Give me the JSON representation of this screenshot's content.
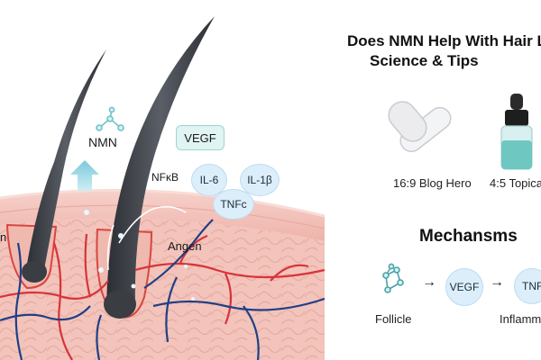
{
  "header": {
    "title_line1": "Does NMN Help With Hair L",
    "title_line2": "Science & Tips"
  },
  "illustration": {
    "nmn_label": "NMN",
    "vegf_tag": "VEGF",
    "nfkb_label": "NFκB",
    "il6_label": "IL-6",
    "il1b_label": "IL-1β",
    "tnf_label": "TNFc",
    "angen_label": "Angen",
    "edge_label": "n"
  },
  "formats": {
    "blog_hero": "16:9 Blog Hero",
    "topical": "4:5 Topica"
  },
  "mechanisms": {
    "heading": "Mechansms",
    "vegf_label": "VEGF",
    "tnf_label": "TNF",
    "follicle_caption": "Follicle",
    "inflamm_caption": "Inflamm",
    "arrow1": "→",
    "arrow2": "→"
  },
  "colors": {
    "skin": "#f4c5bd",
    "skin_dark": "#e9a9a0",
    "artery": "#d8333a",
    "vein": "#1f3f86",
    "hair": "#3a3d42",
    "accent_teal": "#7fcfc8",
    "bubble": "#dceefa"
  }
}
